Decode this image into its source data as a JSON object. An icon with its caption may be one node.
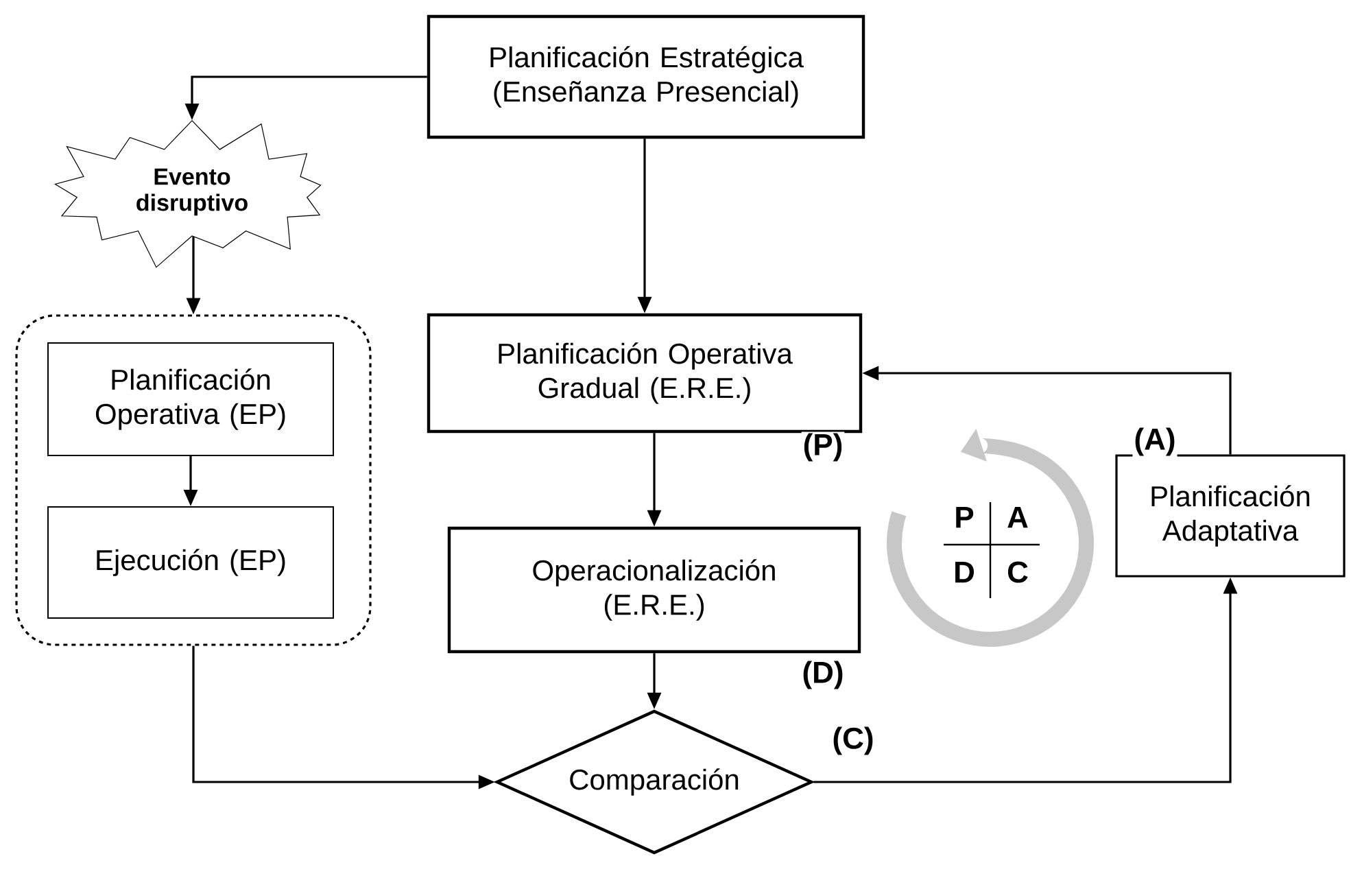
{
  "diagram": {
    "nodes": [
      {
        "text": [
          "Planificación Estratégica (Enseñanza Presencial)"
        ]
      },
      {
        "text": [
          "Evento disruptivo"
        ]
      },
      {
        "text": [],
        "shape": "box"
      },
      {
        "text": [
          "Planificación Operativa (EP)"
        ],
        "in": 2
      },
      {
        "text": [
          "Ejecución (EP)"
        ],
        "in": 2
      },
      {
        "text": [
          "Planificación Operativa Gradual (E.R.E.)"
        ],
        "beside": [
          "(P)"
        ]
      },
      {
        "text": [
          "Operacionalización (E.R.E.)"
        ],
        "beside": [
          "(D)"
        ]
      },
      {
        "text": [
          "Comparación"
        ],
        "beside": [
          "(C)"
        ]
      },
      {
        "text": [
          "Planificación Adaptativa"
        ],
        "beside": [
          "(A)"
        ]
      }
    ],
    "edges": [
      {
        "from": 0,
        "to": 1,
        "arrow": "to"
      },
      {
        "from": 1,
        "to": 2,
        "arrow": "to"
      },
      {
        "from": 3,
        "to": 4,
        "arrow": "to"
      },
      {
        "from": 2,
        "to": 7,
        "arrow": "to"
      },
      {
        "from": 0,
        "to": 5,
        "arrow": "to"
      },
      {
        "from": 5,
        "to": 6,
        "arrow": "to"
      },
      {
        "from": 6,
        "to": 7,
        "arrow": "to"
      },
      {
        "from": 7,
        "to": 8,
        "arrow": "to"
      },
      {
        "from": 8,
        "to": 5,
        "arrow": "to"
      }
    ],
    "labels": [
      "P",
      "A",
      "D",
      "C"
    ]
  }
}
